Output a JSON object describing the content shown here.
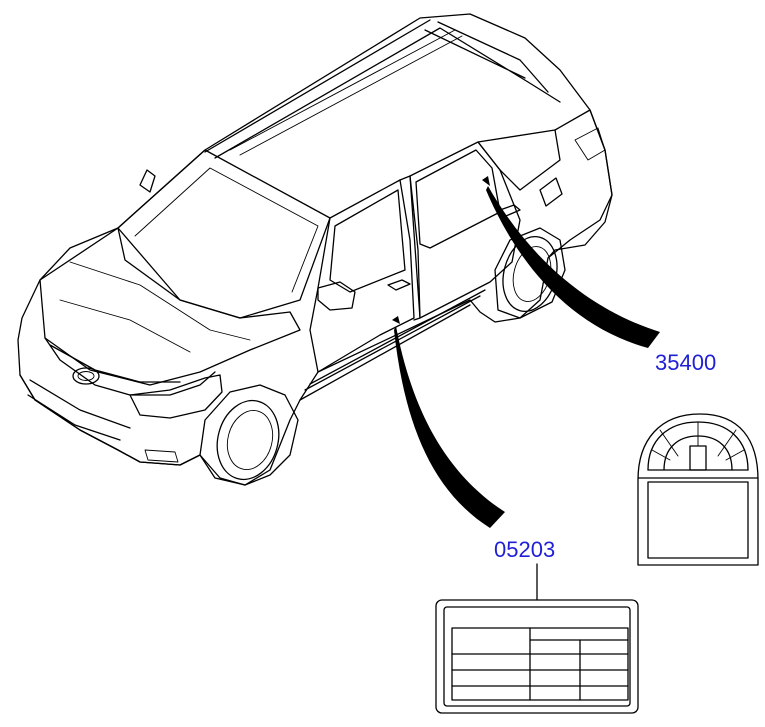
{
  "callouts": [
    {
      "id": "door-pillar-label",
      "part_number": "35400"
    },
    {
      "id": "tire-pressure-label",
      "part_number": "05203"
    }
  ]
}
